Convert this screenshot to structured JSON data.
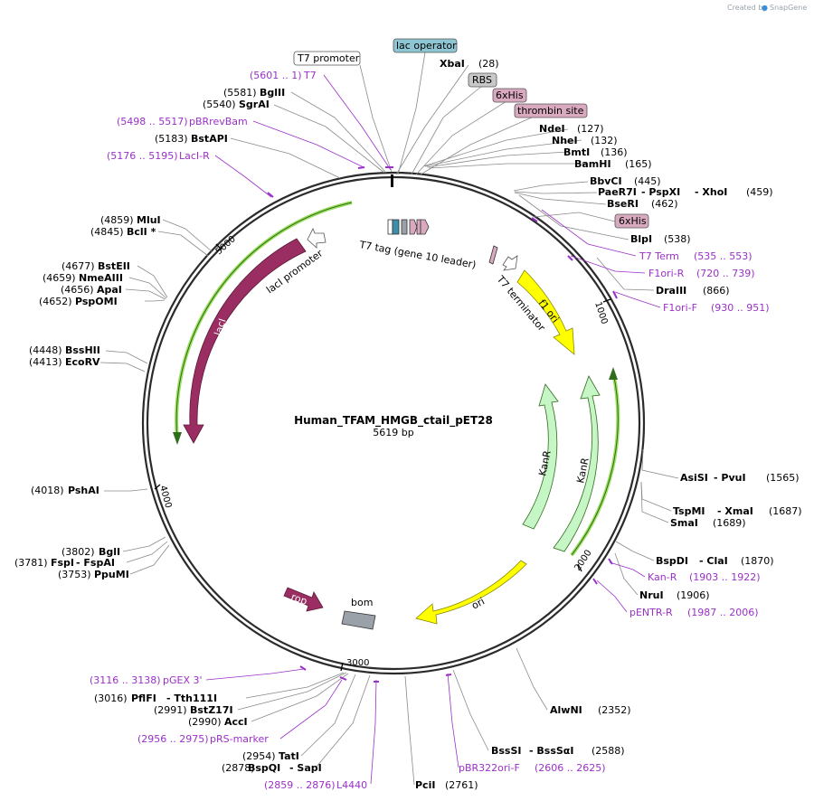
{
  "map": {
    "name": "Human_TFAM_HMGB_ctail_pET28",
    "length_label": "5619 bp",
    "brand_prefix": "Created by",
    "brand_name": "SnapGene"
  },
  "tick_labels": [
    "1000",
    "2000",
    "3000",
    "4000",
    "5000"
  ],
  "colors": {
    "lacI": "#9a2d61",
    "rop": "#9a2d61",
    "f1ori": "#ffff00",
    "ori": "#ffff00",
    "kanR": "#c6f5c6",
    "bom": "#9aa1a8",
    "lacOperator": "#8ec5d2",
    "rbs": "#c8c8c8",
    "his": "#d9a9c0",
    "primer": "#9b30c8",
    "highlight": "#88d840"
  },
  "enzymes": [
    {
      "id": "xbai",
      "name": "XbaI",
      "pos": "(28)"
    },
    {
      "id": "ndei",
      "name": "NdeI",
      "pos": "(127)"
    },
    {
      "id": "nhei",
      "name": "NheI",
      "pos": "(132)"
    },
    {
      "id": "bmti",
      "name": "BmtI",
      "pos": "(136)"
    },
    {
      "id": "bamhi",
      "name": "BamHI",
      "pos": "(165)"
    },
    {
      "id": "bbvci",
      "name": "BbvCI",
      "pos": "(445)"
    },
    {
      "id": "pae",
      "name": "PaeR7I",
      "name2": "- PspXI",
      "name3": "- XhoI",
      "pos": "(459)"
    },
    {
      "id": "bseri",
      "name": "BseRI",
      "pos": "(462)"
    },
    {
      "id": "blpi",
      "name": "BlpI",
      "pos": "(538)"
    },
    {
      "id": "draiii",
      "name": "DraIII",
      "pos": "(866)"
    },
    {
      "id": "asisi",
      "name": "AsiSI",
      "name2": "- PvuI",
      "pos": "(1565)"
    },
    {
      "id": "tspmi",
      "name": "TspMI",
      "name2": "- XmaI",
      "pos": "(1687)"
    },
    {
      "id": "smai",
      "name": "SmaI",
      "pos": "(1689)"
    },
    {
      "id": "bspdi",
      "name": "BspDI",
      "name2": "- ClaI",
      "pos": "(1870)"
    },
    {
      "id": "nrui",
      "name": "NruI",
      "pos": "(1906)"
    },
    {
      "id": "alwni",
      "name": "AlwNI",
      "pos": "(2352)"
    },
    {
      "id": "bsssi",
      "name": "BssSI",
      "name2": "- BssSαI",
      "pos": "(2588)"
    },
    {
      "id": "pcii",
      "name": "PciI",
      "pos": "(2761)"
    },
    {
      "id": "bspqi",
      "name": "BspQI",
      "name2": "- SapI",
      "pos": "(2878)"
    },
    {
      "id": "tati",
      "name": "TatI",
      "pos": "(2954)"
    },
    {
      "id": "acci",
      "name": "AccI",
      "pos": "(2990)"
    },
    {
      "id": "bstz17i",
      "name": "BstZ17I",
      "pos": "(2991)"
    },
    {
      "id": "pflfi",
      "name": "PflFI",
      "name2": "- Tth111I",
      "pos": "(3016)"
    },
    {
      "id": "ppumi",
      "name": "PpuMI",
      "pos": "(3753)"
    },
    {
      "id": "fspi",
      "name": "FspI",
      "name2": "- FspAI",
      "pos": "(3781)"
    },
    {
      "id": "bgli",
      "name": "BglI",
      "pos": "(3802)"
    },
    {
      "id": "pshai",
      "name": "PshAI",
      "pos": "(4018)"
    },
    {
      "id": "ecorv",
      "name": "EcoRV",
      "pos": "(4413)"
    },
    {
      "id": "bsshii",
      "name": "BssHII",
      "pos": "(4448)"
    },
    {
      "id": "pspomi",
      "name": "PspOMI",
      "pos": "(4652)"
    },
    {
      "id": "apai",
      "name": "ApaI",
      "pos": "(4656)"
    },
    {
      "id": "nmeaiii",
      "name": "NmeAIII",
      "pos": "(4659)"
    },
    {
      "id": "bsteii",
      "name": "BstEII",
      "pos": "(4677)"
    },
    {
      "id": "bcli",
      "name": "BclI *",
      "pos": "(4845)"
    },
    {
      "id": "mlui",
      "name": "MluI",
      "pos": "(4859)"
    },
    {
      "id": "bstapi",
      "name": "BstAPI",
      "pos": "(5183)"
    },
    {
      "id": "sgrai",
      "name": "SgrAI",
      "pos": "(5540)"
    },
    {
      "id": "bglii",
      "name": "BglII",
      "pos": "(5581)"
    }
  ],
  "primers": [
    {
      "id": "t7",
      "name": "T7",
      "range": "(5601 .. 1)"
    },
    {
      "id": "pbrrevbam",
      "name": "pBRrevBam",
      "range": "(5498 .. 5517)"
    },
    {
      "id": "lacir",
      "name": "LacI-R",
      "range": "(5176 .. 5195)"
    },
    {
      "id": "t7term",
      "name": "T7 Term",
      "range": "(535 .. 553)"
    },
    {
      "id": "f1orir",
      "name": "F1ori-R",
      "range": "(720 .. 739)"
    },
    {
      "id": "f1orif",
      "name": "F1ori-F",
      "range": "(930 .. 951)"
    },
    {
      "id": "kanr",
      "name": "Kan-R",
      "range": "(1903 .. 1922)"
    },
    {
      "id": "pentrr",
      "name": "pENTR-R",
      "range": "(1987 .. 2006)"
    },
    {
      "id": "pbr322",
      "name": "pBR322ori-F",
      "range": "(2606 .. 2625)"
    },
    {
      "id": "l4440",
      "name": "L4440",
      "range": "(2859 .. 2876)"
    },
    {
      "id": "prs",
      "name": "pRS-marker",
      "range": "(2956 .. 2975)"
    },
    {
      "id": "pgex",
      "name": "pGEX 3'",
      "range": "(3116 .. 3138)"
    }
  ],
  "boxed_features": {
    "t7promoter": "T7 promoter",
    "lacoperator": "lac operator",
    "rbs": "RBS",
    "his1": "6xHis",
    "thrombin": "thrombin site",
    "his2": "6xHis"
  },
  "inner_features": {
    "laci": "lacI",
    "laci_promoter": "lacI promoter",
    "t7tag": "T7 tag (gene 10 leader)",
    "t7terminator": "T7 terminator",
    "f1ori": "f1 ori",
    "kanr1": "KanR",
    "kanr2": "KanR",
    "ori": "ori",
    "rop": "rop",
    "bom": "bom"
  }
}
